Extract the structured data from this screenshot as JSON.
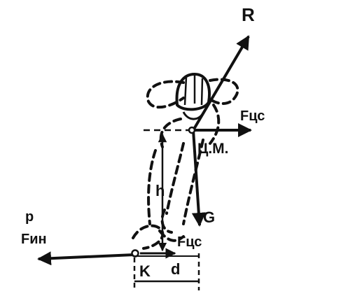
{
  "labels": {
    "R": "R",
    "F_cs_top": "Fцс",
    "center_of_mass": "Ц.М.",
    "h": "h",
    "G": "G",
    "F_cs_bottom": "Fцс",
    "F_in_sup": "р",
    "F_in": "Fин",
    "K": "K",
    "d": "d"
  },
  "colors": {
    "ink": "#111111",
    "background": "#ffffff"
  }
}
